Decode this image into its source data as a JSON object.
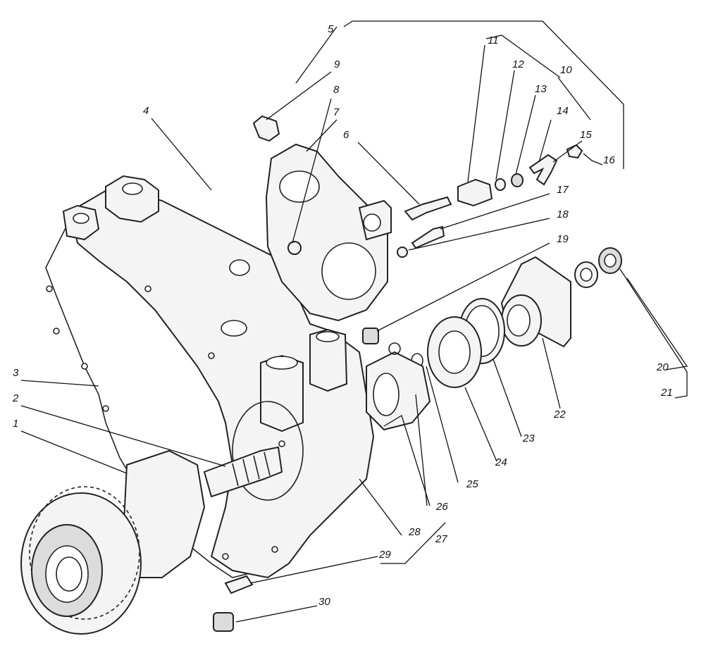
{
  "callouts": {
    "c1": "1",
    "c2": "2",
    "c3": "3",
    "c4": "4",
    "c5": "5",
    "c6": "6",
    "c7": "7",
    "c8": "8",
    "c9": "9",
    "c10": "10",
    "c11": "11",
    "c12": "12",
    "c13": "13",
    "c14": "14",
    "c15": "15",
    "c16": "16",
    "c17": "17",
    "c18": "18",
    "c19": "19",
    "c20": "20",
    "c21": "21",
    "c22": "22",
    "c23": "23",
    "c24": "24",
    "c25": "25",
    "c26": "26",
    "c27": "27",
    "c28": "28",
    "c29": "29",
    "c30": "30"
  }
}
